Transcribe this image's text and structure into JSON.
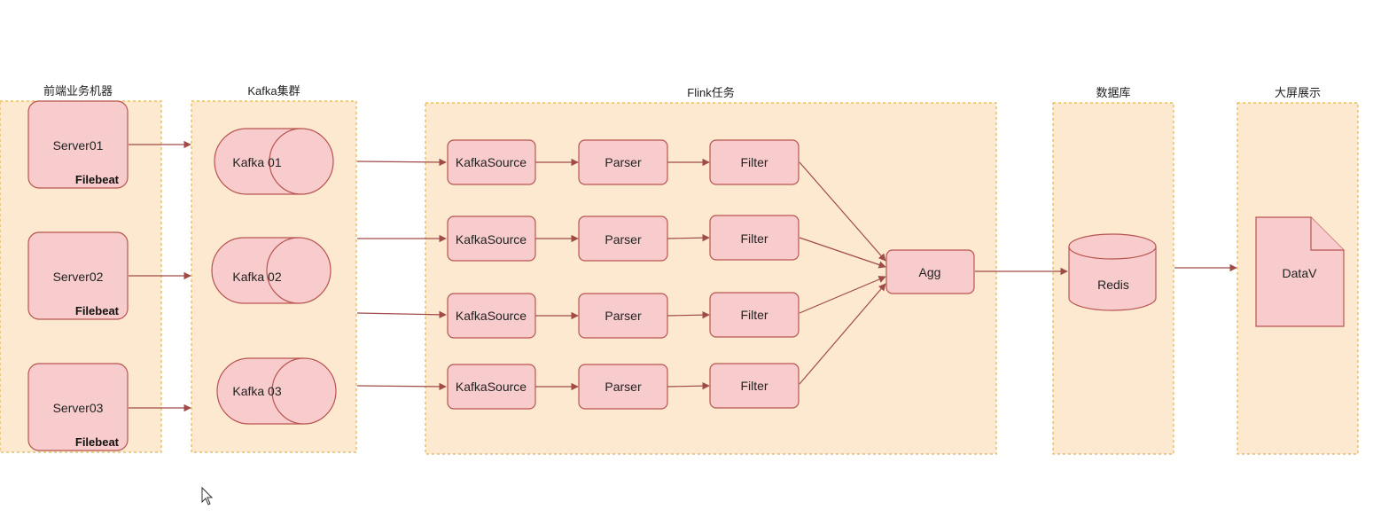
{
  "groups": {
    "frontend": "前端业务机器",
    "kafka": "Kafka集群",
    "flink": "Flink任务",
    "database": "数据库",
    "display": "大屏展示"
  },
  "servers": [
    {
      "name": "Server01",
      "agent": "Filebeat"
    },
    {
      "name": "Server02",
      "agent": "Filebeat"
    },
    {
      "name": "Server03",
      "agent": "Filebeat"
    }
  ],
  "kafka": [
    "Kafka 01",
    "Kafka 02",
    "Kafka 03"
  ],
  "flink": {
    "pipelines": [
      {
        "source": "KafkaSource",
        "parser": "Parser",
        "filter": "Filter"
      },
      {
        "source": "KafkaSource",
        "parser": "Parser",
        "filter": "Filter"
      },
      {
        "source": "KafkaSource",
        "parser": "Parser",
        "filter": "Filter"
      },
      {
        "source": "KafkaSource",
        "parser": "Parser",
        "filter": "Filter"
      }
    ],
    "agg": "Agg"
  },
  "redis": "Redis",
  "datav": "DataV",
  "colors": {
    "group_fill": "#fde9cf",
    "group_border": "#e0b64a",
    "node_fill": "#f8cccc",
    "node_border": "#b85450",
    "edge": "#a04b48"
  }
}
